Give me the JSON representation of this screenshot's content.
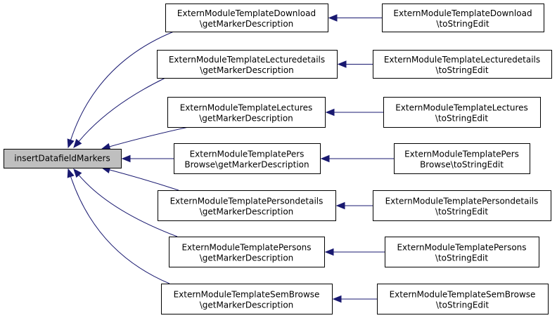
{
  "colors": {
    "edge": "#191970",
    "root_fill": "#bfbfbf",
    "node_fill": "#ffffff",
    "border": "#000000"
  },
  "root": {
    "label": "insertDatafieldMarkers"
  },
  "rows": [
    {
      "mid": [
        "ExternModuleTemplateDownload",
        "\\getMarkerDescription"
      ],
      "right": [
        "ExternModuleTemplateDownload",
        "\\toStringEdit"
      ]
    },
    {
      "mid": [
        "ExternModuleTemplateLecturedetails",
        "\\getMarkerDescription"
      ],
      "right": [
        "ExternModuleTemplateLecturedetails",
        "\\toStringEdit"
      ]
    },
    {
      "mid": [
        "ExternModuleTemplateLectures",
        "\\getMarkerDescription"
      ],
      "right": [
        "ExternModuleTemplateLectures",
        "\\toStringEdit"
      ]
    },
    {
      "mid": [
        "ExternModuleTemplatePers",
        "Browse\\getMarkerDescription"
      ],
      "right": [
        "ExternModuleTemplatePers",
        "Browse\\toStringEdit"
      ]
    },
    {
      "mid": [
        "ExternModuleTemplatePersondetails",
        "\\getMarkerDescription"
      ],
      "right": [
        "ExternModuleTemplatePersondetails",
        "\\toStringEdit"
      ]
    },
    {
      "mid": [
        "ExternModuleTemplatePersons",
        "\\getMarkerDescription"
      ],
      "right": [
        "ExternModuleTemplatePersons",
        "\\toStringEdit"
      ]
    },
    {
      "mid": [
        "ExternModuleTemplateSemBrowse",
        "\\getMarkerDescription"
      ],
      "right": [
        "ExternModuleTemplateSemBrowse",
        "\\toStringEdit"
      ]
    }
  ]
}
